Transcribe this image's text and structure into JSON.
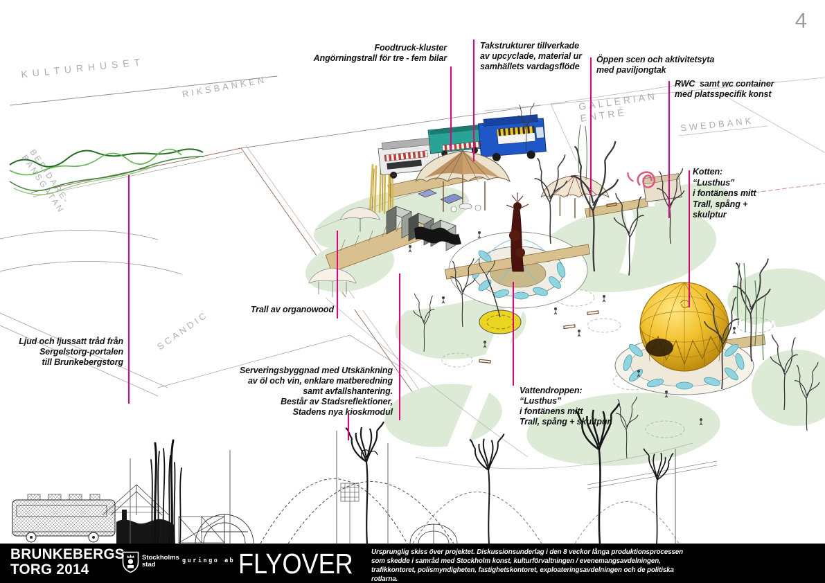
{
  "page": {
    "number": "4"
  },
  "annotations": [
    {
      "id": "foodtruck",
      "text": "Foodtruck-kluster\nAngörningstrall för tre - fem bilar"
    },
    {
      "id": "takstrukturer",
      "text": "Takstrukturer tillverkade\nav upcyclade, material ur\nsamhällets vardagsflöde"
    },
    {
      "id": "oppen-scen",
      "text": "Öppen scen och aktivitetsyta\nmed paviljongtak"
    },
    {
      "id": "rwc",
      "text": "RWC  samt wc container\nmed platsspecifik konst"
    },
    {
      "id": "kotten",
      "text": "Kotten:\n“Lusthus”\ni fontänens mitt\nTrall, spång +\nskulptur"
    },
    {
      "id": "trall",
      "text": "Trall av organowood"
    },
    {
      "id": "ljud",
      "text": "Ljud och ljussatt tråd från\nSergelstorg-portalen\ntill Brunkebergstorg"
    },
    {
      "id": "servering",
      "text": "Serveringsbyggnad med Utskänkning\nav öl och vin, enklare matberedning\nsamt avfallshantering.\nBestår av Stadsreflektioner,\nStadens nya kioskmodul"
    },
    {
      "id": "vattendroppen",
      "text": "Vattendroppen:\n“Lusthus”\ni fontänens mitt\nTrall, spång + skultpur."
    }
  ],
  "sketch_labels": [
    {
      "id": "kulturhuset",
      "text": "KULTURHUSET"
    },
    {
      "id": "riksbanken",
      "text": "RIKSBANKEN"
    },
    {
      "id": "beridarebansgatan",
      "text": "BERIDARE-\nBANSGATAN"
    },
    {
      "id": "gallerian-entre",
      "text": "GALLERIAN\nENTRÉ"
    },
    {
      "id": "swedbank",
      "text": "SWEDBANK"
    },
    {
      "id": "scandic",
      "text": "SCANDIC"
    }
  ],
  "footer": {
    "brand_line1": "BRUNKEBERGS",
    "brand_line2": "TORG 2014",
    "stockholm_logo_text": "Stockholms\nstad",
    "partner_text": "guringo ab",
    "title": "FLYOVER",
    "description": "Ursprunglig skiss över projektet. Diskussionsunderlag i den 8 veckor långa produktionsprocessen som skedde i samråd med Stockholm konst, kulturförvaltningen / evenemangsavdelningen, trafikkontoret, polismyndigheten, fastighetskontoret, exploateringsavdelningen och de politiska rotlarna."
  },
  "colors": {
    "leader_line": "#e6007e",
    "lawn_green": "#dcead6",
    "water_cyan": "#8fd4de",
    "dome_gold": "#f2c12e",
    "truck_teal": "#28a396",
    "truck_blue": "#1e57c8",
    "sculpture_red": "#4a140c"
  }
}
